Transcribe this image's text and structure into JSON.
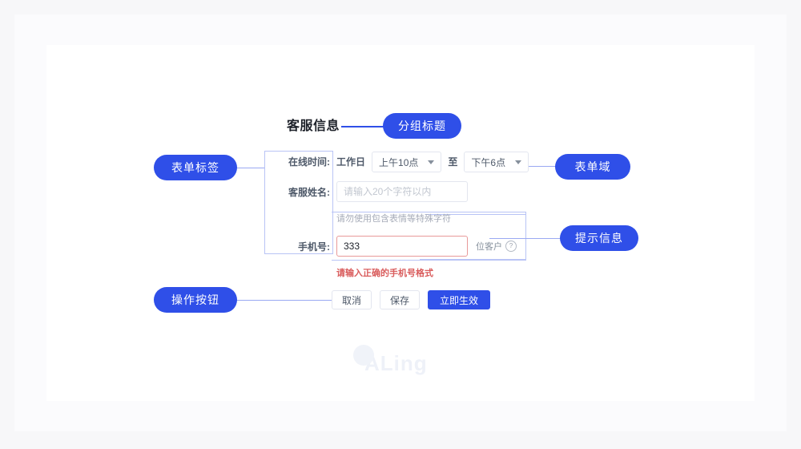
{
  "watermark": {
    "text": "ALing"
  },
  "section": {
    "title": "客服信息"
  },
  "annotations": {
    "group_title": "分组标题",
    "form_label": "表单标签",
    "form_field": "表单域",
    "hint_message": "提示信息",
    "action_buttons": "操作按钮"
  },
  "form": {
    "rows": [
      {
        "label": "在线时间:",
        "static_text": "工作日",
        "start_select": "上午10点",
        "separator": "至",
        "end_select": "下午6点"
      },
      {
        "label": "客服姓名:",
        "placeholder": "请输入20个字符以内",
        "value": "",
        "helper": "请勿使用包含表情等特殊字符"
      },
      {
        "label": "手机号:",
        "value": "333",
        "suffix": "位客户",
        "help_icon": "?",
        "error": "请输入正确的手机号格式"
      }
    ]
  },
  "buttons": {
    "cancel": "取消",
    "save": "保存",
    "apply": "立即生效"
  },
  "colors": {
    "accent": "#2f4fe8",
    "line": "#b9c4f5",
    "error": "#d95c5c",
    "label": "#4e5969"
  }
}
